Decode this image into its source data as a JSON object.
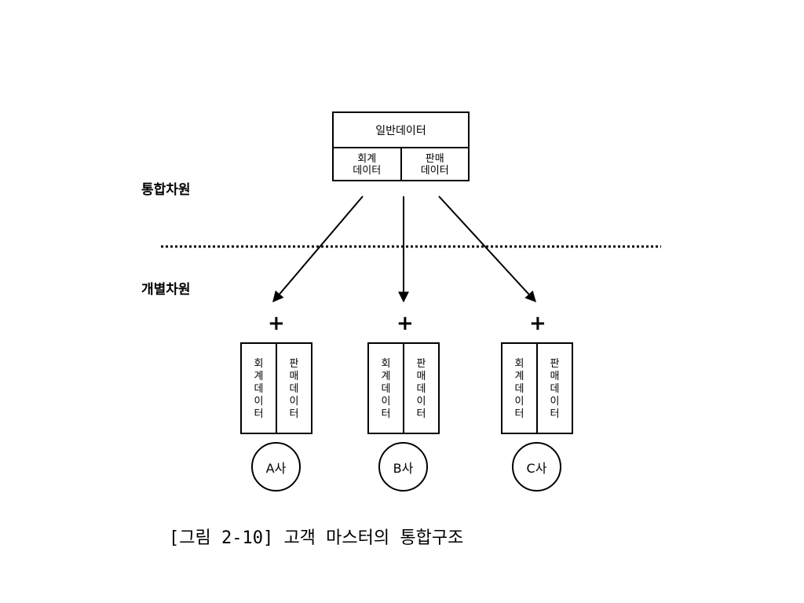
{
  "top": {
    "title": "일반데이터",
    "left": [
      "회계",
      "데이터"
    ],
    "right": [
      "판매",
      "데이터"
    ]
  },
  "labels": {
    "integrated": "통합차원",
    "individual": "개별차원"
  },
  "plus": "+",
  "companies": [
    {
      "name": "A사",
      "left": [
        "회",
        "계",
        "데",
        "이",
        "터"
      ],
      "right": [
        "판",
        "매",
        "데",
        "이",
        "터"
      ]
    },
    {
      "name": "B사",
      "left": [
        "회",
        "계",
        "데",
        "이",
        "터"
      ],
      "right": [
        "판",
        "매",
        "데",
        "이",
        "터"
      ]
    },
    {
      "name": "C사",
      "left": [
        "회",
        "계",
        "데",
        "이",
        "터"
      ],
      "right": [
        "판",
        "매",
        "데",
        "이",
        "터"
      ]
    }
  ],
  "caption": "[그림 2-10] 고객 마스터의 통합구조"
}
